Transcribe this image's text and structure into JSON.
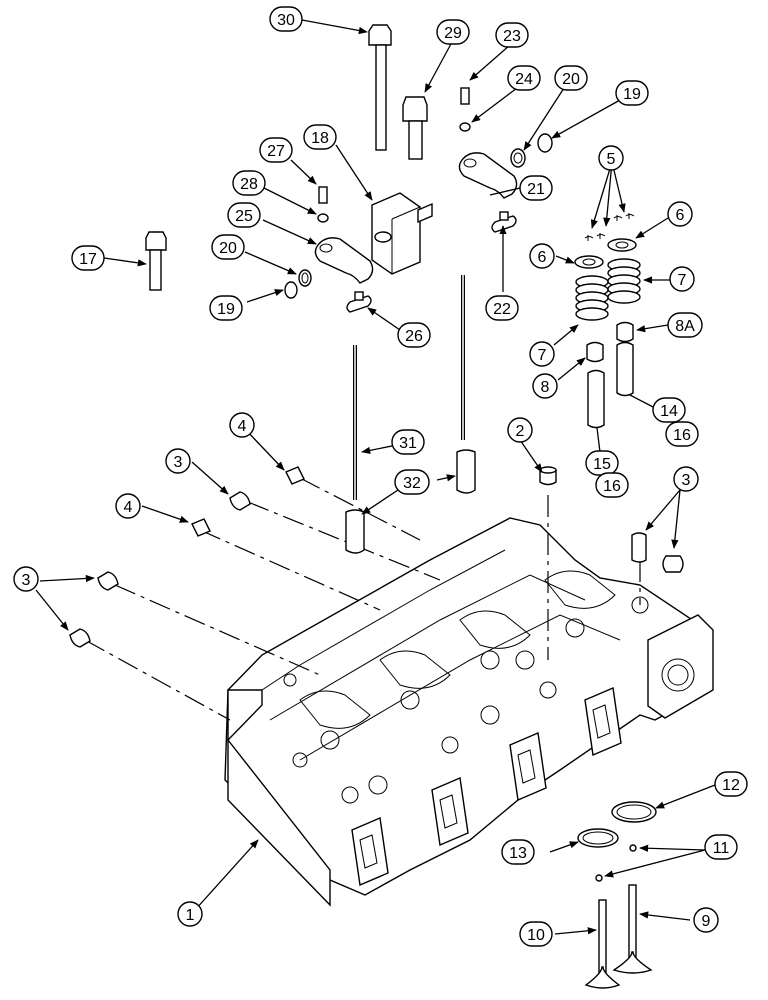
{
  "callouts": {
    "c1": "1",
    "c2": "2",
    "c3a": "3",
    "c3b": "3",
    "c3c": "3",
    "c4a": "4",
    "c4b": "4",
    "c5": "5",
    "c6a": "6",
    "c6b": "6",
    "c7a": "7",
    "c7b": "7",
    "c8": "8",
    "c8a": "8A",
    "c9": "9",
    "c10": "10",
    "c11": "11",
    "c12": "12",
    "c13": "13",
    "c14": "14",
    "c15": "15",
    "c16a": "16",
    "c16b": "16",
    "c17": "17",
    "c18": "18",
    "c19a": "19",
    "c19b": "19",
    "c20a": "20",
    "c20b": "20",
    "c21": "21",
    "c22": "22",
    "c23": "23",
    "c24": "24",
    "c25": "25",
    "c26": "26",
    "c27": "27",
    "c28": "28",
    "c29": "29",
    "c30": "30",
    "c31": "31",
    "c32": "32"
  }
}
